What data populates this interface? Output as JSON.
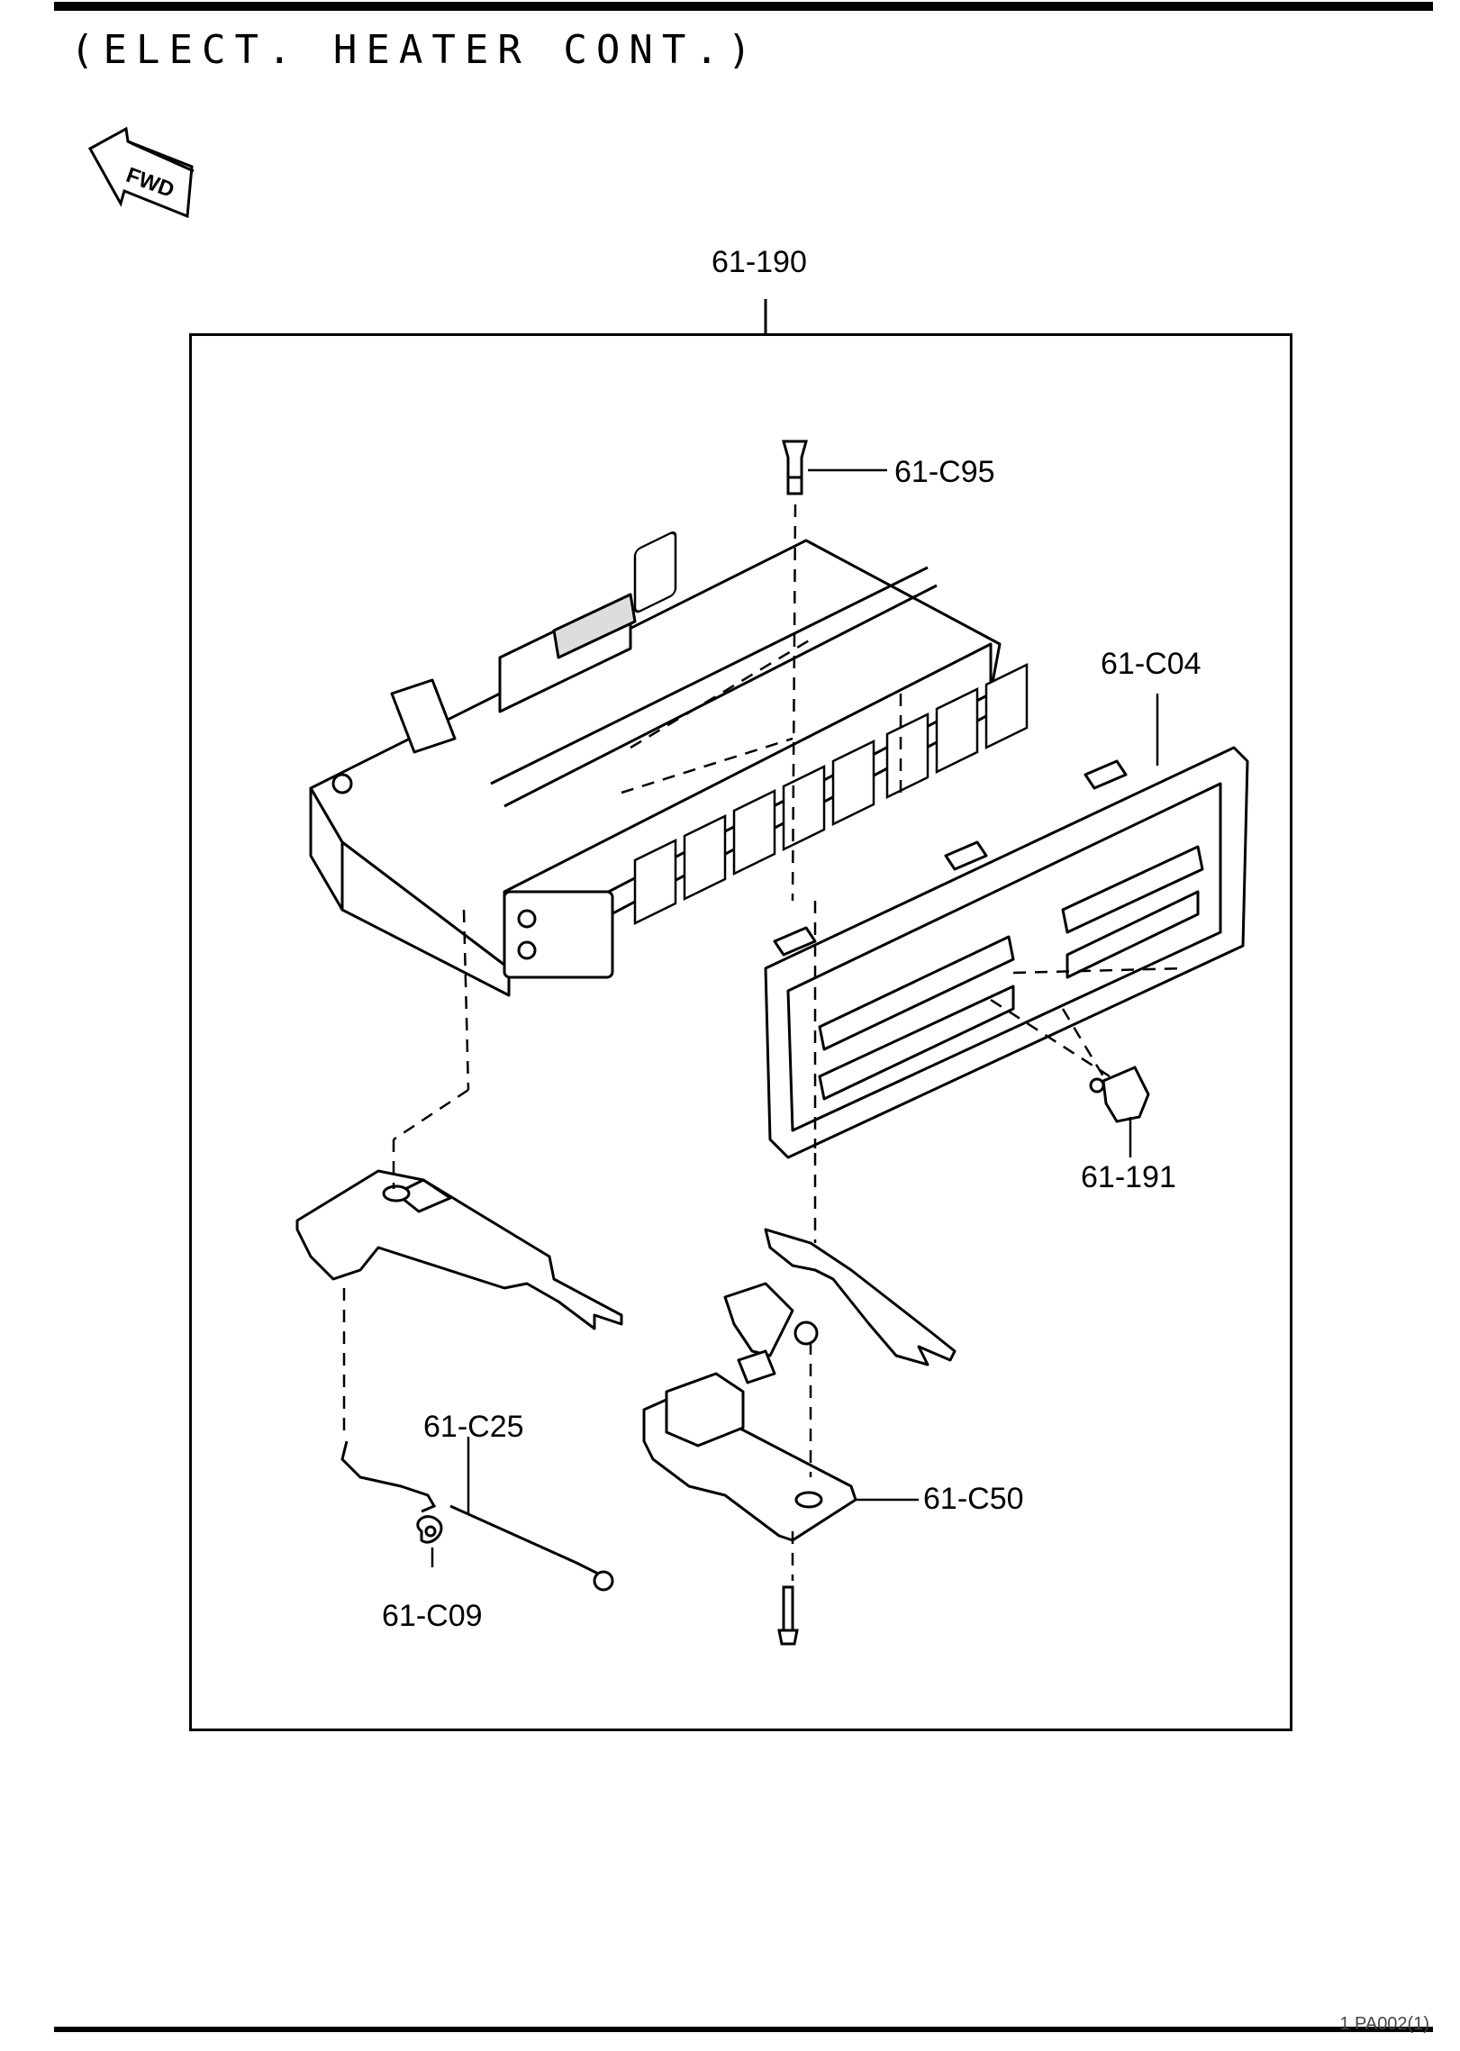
{
  "header": {
    "title": "(ELECT. HEATER CONT.)"
  },
  "fwd_arrow": {
    "label": "FWD"
  },
  "diagram": {
    "assembly_callout": "61-190",
    "callouts": [
      {
        "id": "c95",
        "text": "61-C95"
      },
      {
        "id": "c04",
        "text": "61-C04"
      },
      {
        "id": "191",
        "text": "61-191"
      },
      {
        "id": "c25",
        "text": "61-C25"
      },
      {
        "id": "c50",
        "text": "61-C50"
      },
      {
        "id": "c09",
        "text": "61-C09"
      }
    ]
  },
  "footer": {
    "code": "1 PA002(1)"
  }
}
